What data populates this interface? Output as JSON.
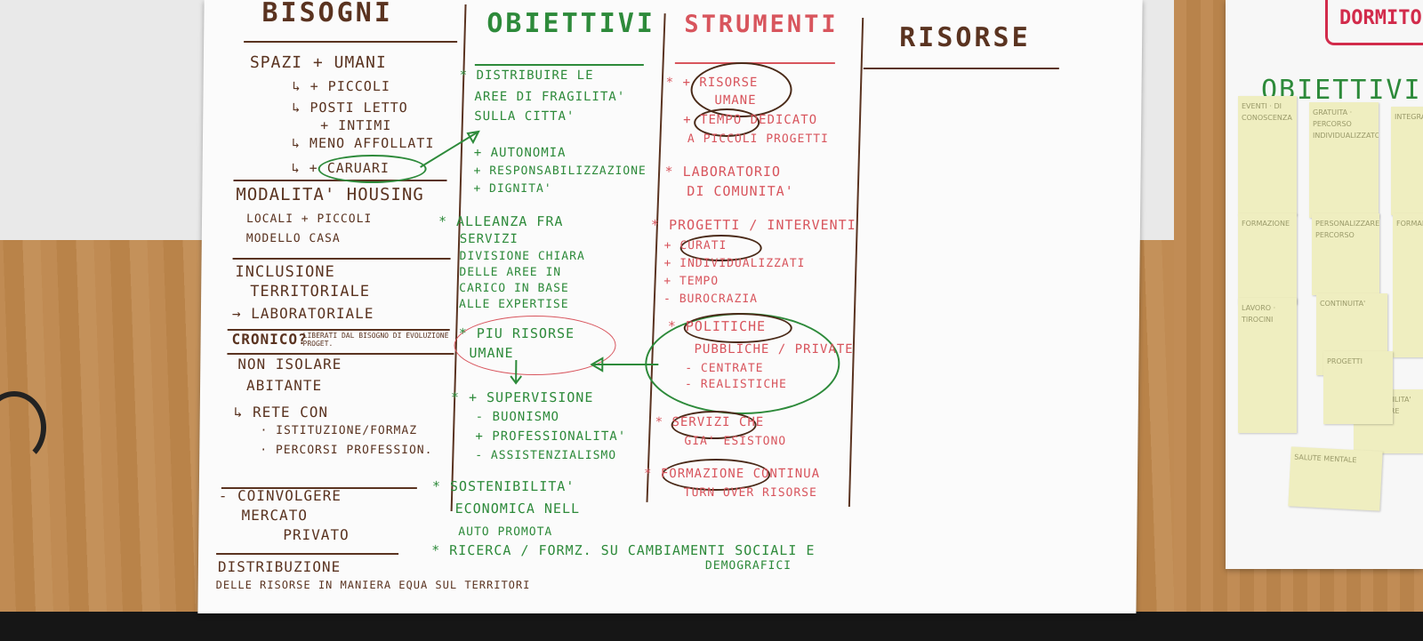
{
  "main_poster": {
    "columns": {
      "bisogni": {
        "title": "BISOGNI",
        "lines": [
          "SPAZI + UMANI",
          "↳ + PICCOLI",
          "↳ POSTI LETTO",
          "+ INTIMI",
          "↳ MENO AFFOLLATI",
          "↳ + CARUARI",
          "MODALITA' HOUSING",
          "LOCALI + PICCOLI",
          "MODELLO CASA",
          "INCLUSIONE",
          "TERRITORIALE",
          "→ LABORATORIALE",
          "CRONICO?",
          "NON ISOLARE",
          "ABITANTE",
          "↳ RETE CON",
          "· ISTITUZIONE/FORMAZ",
          "· PERCORSI PROFESSION.",
          "- COINVOLGERE",
          "MERCATO",
          "PRIVATO",
          "DISTRIBUZIONE",
          "DELLE RISORSE IN MANIERA EQUA SUL TERRITORI"
        ],
        "cronico_note": "LIBERATI DAL BISOGNO DI EVOLUZIONE PROGET."
      },
      "obiettivi": {
        "title": "OBIETTIVI",
        "lines": [
          "* DISTRIBUIRE LE",
          "AREE DI FRAGILITA'",
          "SULLA CITTA'",
          "+ AUTONOMIA",
          "+ RESPONSABILIZZAZIONE",
          "+ DIGNITA'",
          "* ALLEANZA FRA",
          "SERVIZI",
          "DIVISIONE CHIARA",
          "DELLE AREE IN",
          "CARICO IN BASE",
          "ALLE EXPERTISE",
          "* PIU RISORSE",
          "UMANE",
          "* + SUPERVISIONE",
          "- BUONISMO",
          "+ PROFESSIONALITA'",
          "- ASSISTENZIALISMO",
          "* SOSTENIBILITA'",
          "ECONOMICA nell",
          "AUTO PROMOTA",
          "* RICERCA / FORMZ. SU CAMBIAMENTI SOCIALI e",
          "DEMOGRAFICI"
        ]
      },
      "strumenti": {
        "title": "STRUMENTI",
        "lines": [
          "* + RISORSE",
          "UMANE",
          "+ TEMPO DEDICATO",
          "A PICCOLI PROGETTI",
          "* LABORATORIO",
          "DI COMUNITA'",
          "* PROGETTI / INTERVENTI",
          "+ CURATI",
          "+ INDIVIDUALIZZATI",
          "+ TEMPO",
          "- BUROCRAZIA",
          "* POLITICHE",
          "PUBBLICHE / PRIVATE",
          "- CENTRATE",
          "- REALISTICHE",
          "* SERVIZI CHE",
          "GIA' ESISTONO",
          "* FORMAZIONE CONTINUA",
          "TURN OVER RISORSE"
        ]
      },
      "risorse": {
        "title": "RISORSE"
      }
    }
  },
  "second_poster": {
    "header": "DORMITO",
    "title": "OBIETTIVI:",
    "notes": [
      {
        "text": "EVENTI · DI CONOSCENZA"
      },
      {
        "text": "GRATUITA · PERCORSO INDIVIDUALIZZATO"
      },
      {
        "text": "INTEGRAZIONE"
      },
      {
        "text": "FORMAZIONE"
      },
      {
        "text": "PERSONALIZZARE PERCORSO"
      },
      {
        "text": "LAVORO · TIROCINI"
      },
      {
        "text": "CONTINUITA'"
      },
      {
        "text": "FORMARE"
      },
      {
        "text": "ACCESSIBILITA' STRUTTURE"
      },
      {
        "text": "SALUTE MENTALE"
      },
      {
        "text": "PROGETTI"
      }
    ]
  },
  "colors": {
    "brown": "#5a3320",
    "green": "#2d8a3a",
    "red": "#d8555d",
    "dorm_red": "#d22b4b"
  }
}
